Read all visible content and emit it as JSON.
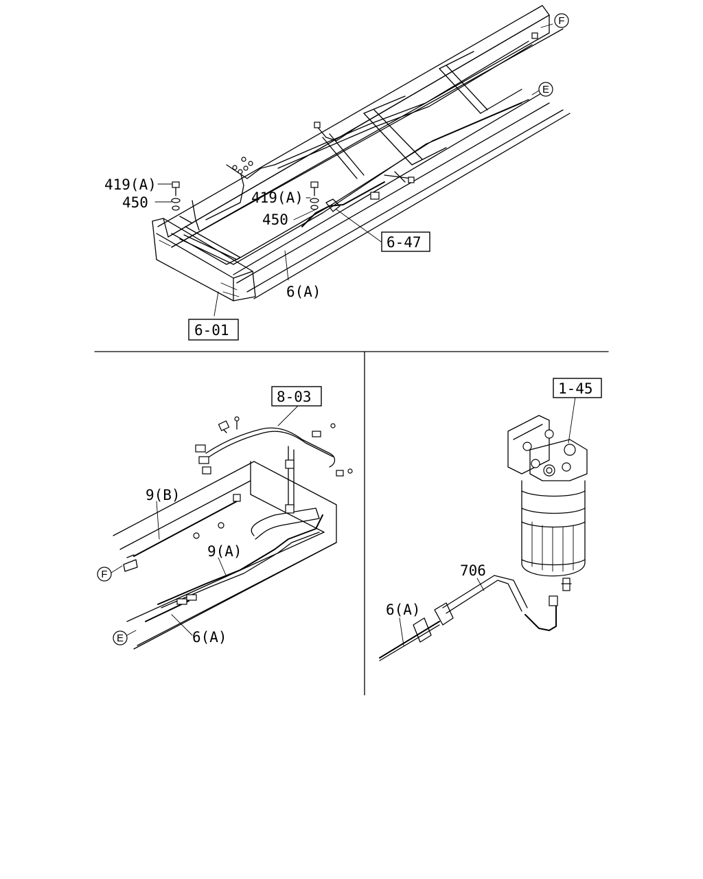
{
  "labels": {
    "bolt_419a_top": "419(A)",
    "washer_450_top": "450",
    "bolt_419a_mid": "419(A)",
    "washer_450_mid": "450",
    "pipe_6a_top": "6(A)",
    "pipe_9b": "9(B)",
    "pipe_9a": "9(A)",
    "pipe_6a_bottom_left": "6(A)",
    "pipe_6a_right": "6(A)",
    "hose_706": "706"
  },
  "refs": {
    "ref_6_47": "6-47",
    "ref_6_01": "6-01",
    "ref_8_03": "8-03",
    "ref_1_45": "1-45"
  },
  "markers": {
    "f_top": "F",
    "e_top": "E",
    "f_bottom": "F",
    "e_bottom": "E"
  }
}
